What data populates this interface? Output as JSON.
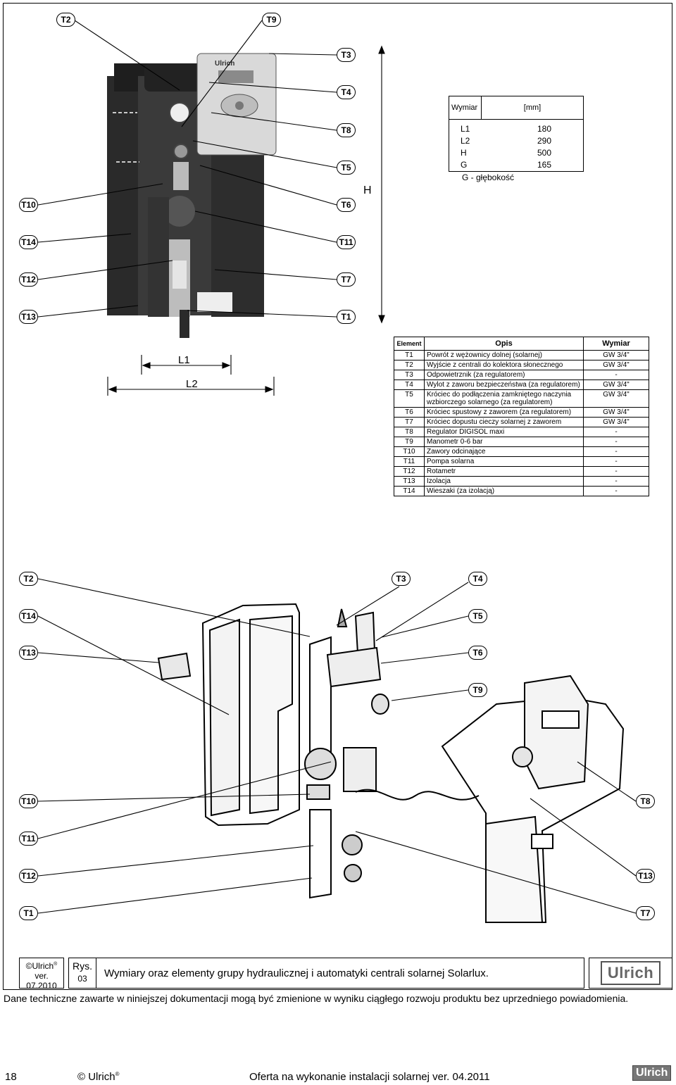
{
  "top_tags": {
    "t2a": "T2",
    "t9a": "T9",
    "t3a": "T3",
    "t4a": "T4",
    "t8a": "T8",
    "t5a": "T5",
    "t10a": "T10",
    "t6a": "T6",
    "t14a": "T14",
    "t11a": "T11",
    "t12a": "T12",
    "t7a": "T7",
    "t13a": "T13",
    "t1a": "T1"
  },
  "bottom_tags": {
    "t2b": "T2",
    "t3b": "T3",
    "t4b": "T4",
    "t14b": "T14",
    "t5b": "T5",
    "t13b": "T13",
    "t6b": "T6",
    "t9b": "T9",
    "t10b": "T10",
    "t8b": "T8",
    "t11b": "T11",
    "t12b": "T12",
    "t13c": "T13",
    "t1b": "T1",
    "t7b": "T7"
  },
  "dimensions_label": {
    "h": "H",
    "l1": "L1",
    "l2": "L2"
  },
  "brand": {
    "device": "Ulrich",
    "logo": "Ulrich"
  },
  "dimension_table": {
    "header": [
      "Wymiar",
      "[mm]"
    ],
    "rows": [
      [
        "L1",
        "180"
      ],
      [
        "L2",
        "290"
      ],
      [
        "H",
        "500"
      ],
      [
        "G",
        "165"
      ]
    ],
    "note": "G - głębokość"
  },
  "spec_table": {
    "headers": [
      "Element",
      "Opis",
      "Wymiar"
    ],
    "rows": [
      [
        "T1",
        "Powrót z wężownicy dolnej (solarnej)",
        "GW 3/4\""
      ],
      [
        "T2",
        "Wyjście z centrali do kolektora słonecznego",
        "GW 3/4\""
      ],
      [
        "T3",
        "Odpowietrznik (za regulatorem)",
        "-"
      ],
      [
        "T4",
        "Wylot z zaworu bezpieczeństwa (za regulatorem)",
        "GW 3/4\""
      ],
      [
        "T5",
        "Króciec do podłączenia zamkniętego naczynia wzbiorczego solarnego (za regulatorem)",
        "GW 3/4\""
      ],
      [
        "T6",
        "Króciec spustowy z zaworem (za regulatorem)",
        "GW 3/4\""
      ],
      [
        "T7",
        "Króciec dopustu cieczy solarnej z zaworem",
        "GW 3/4\""
      ],
      [
        "T8",
        "Regulator DIGISOL maxi",
        "-"
      ],
      [
        "T9",
        "Manometr 0-6 bar",
        "-"
      ],
      [
        "T10",
        "Zawory odcinające",
        "-"
      ],
      [
        "T11",
        "Pompa solarna",
        "-"
      ],
      [
        "T12",
        "Rotametr",
        "-"
      ],
      [
        "T13",
        "Izolacja",
        "-"
      ],
      [
        "T14",
        "Wieszaki (za izolacją)",
        "-"
      ]
    ]
  },
  "footer": {
    "copyright": "©Ulrich",
    "reg": "®",
    "ver_label": "ver.",
    "ver_date": "07.2010",
    "rys_label": "Rys.",
    "rys_num": "03",
    "caption": "Wymiary oraz elementy grupy hydraulicznej i automatyki centrali solarnej Solarlux.",
    "logo": "Ulrich",
    "disclaimer": "Dane techniczne zawarte w niniejszej dokumentacji mogą być zmienione w wyniku ciągłego rozwoju produktu bez uprzedniego powiadomienia."
  },
  "page_footer": {
    "page_num": "18",
    "brand": "© Ulrich",
    "reg": "®",
    "title": "Oferta na wykonanie instalacji solarnej  ver. 04.2011",
    "logo": "Ulrich"
  }
}
